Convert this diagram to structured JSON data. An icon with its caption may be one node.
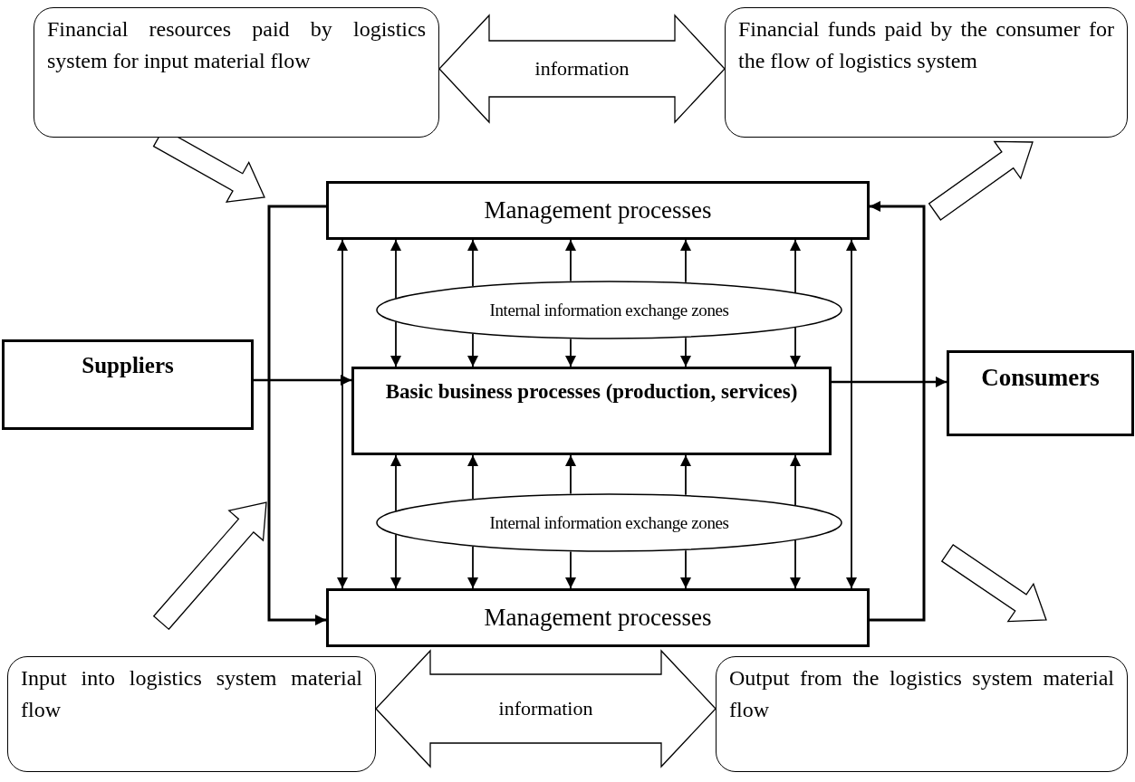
{
  "diagram": {
    "nodes": [
      {
        "text": [
          "Financial resources paid by logistics system for input material flow"
        ]
      },
      {
        "text": [
          "Financial funds paid by the consumer for the flow of logistics system"
        ]
      },
      {
        "text": [
          "Management processes"
        ]
      },
      {
        "text": [
          "Internal information exchange zones"
        ]
      },
      {
        "text": [
          "Suppliers"
        ]
      },
      {
        "text": [
          "Basic business processes (production, services)"
        ]
      },
      {
        "text": [
          "Consumers"
        ]
      },
      {
        "text": [
          "Internal information exchange zones"
        ]
      },
      {
        "text": [
          "Management processes"
        ]
      },
      {
        "text": [
          "Input into logistics system material flow"
        ]
      },
      {
        "text": [
          "Output from the logistics system material flow"
        ]
      }
    ],
    "edges": [
      {
        "from": 0,
        "to": 1,
        "label": "information",
        "arrow": "both"
      },
      {
        "from": 0,
        "to": 2,
        "arrow": "to"
      },
      {
        "from": 2,
        "to": 1,
        "arrow": "to"
      },
      {
        "from": 9,
        "to": 8,
        "arrow": "to"
      },
      {
        "from": 8,
        "to": 10,
        "arrow": "to"
      },
      {
        "from": 2,
        "to": 8,
        "arrow": "to"
      },
      {
        "from": 8,
        "to": 2,
        "arrow": "to"
      },
      {
        "from": 4,
        "to": 5,
        "arrow": "to"
      },
      {
        "from": 5,
        "to": 6,
        "arrow": "to"
      },
      {
        "from": 2,
        "to": 8,
        "arrow": "both"
      },
      {
        "from": 2,
        "to": 8,
        "arrow": "both"
      },
      {
        "from": 3,
        "to": 2,
        "arrow": "to"
      },
      {
        "from": 3,
        "to": 2,
        "arrow": "to"
      },
      {
        "from": 3,
        "to": 2,
        "arrow": "to"
      },
      {
        "from": 3,
        "to": 2,
        "arrow": "to"
      },
      {
        "from": 3,
        "to": 2,
        "arrow": "to"
      },
      {
        "from": 3,
        "to": 5,
        "arrow": "to"
      },
      {
        "from": 3,
        "to": 5,
        "arrow": "to"
      },
      {
        "from": 3,
        "to": 5,
        "arrow": "to"
      },
      {
        "from": 3,
        "to": 5,
        "arrow": "to"
      },
      {
        "from": 3,
        "to": 5,
        "arrow": "to"
      },
      {
        "from": 7,
        "to": 5,
        "arrow": "to"
      },
      {
        "from": 7,
        "to": 5,
        "arrow": "to"
      },
      {
        "from": 7,
        "to": 5,
        "arrow": "to"
      },
      {
        "from": 7,
        "to": 5,
        "arrow": "to"
      },
      {
        "from": 7,
        "to": 5,
        "arrow": "to"
      },
      {
        "from": 7,
        "to": 8,
        "arrow": "to"
      },
      {
        "from": 7,
        "to": 8,
        "arrow": "to"
      },
      {
        "from": 7,
        "to": 8,
        "arrow": "to"
      },
      {
        "from": 7,
        "to": 8,
        "arrow": "to"
      },
      {
        "from": 7,
        "to": 8,
        "arrow": "to"
      },
      {
        "from": 9,
        "to": 10,
        "label": "information",
        "arrow": "both"
      }
    ]
  }
}
